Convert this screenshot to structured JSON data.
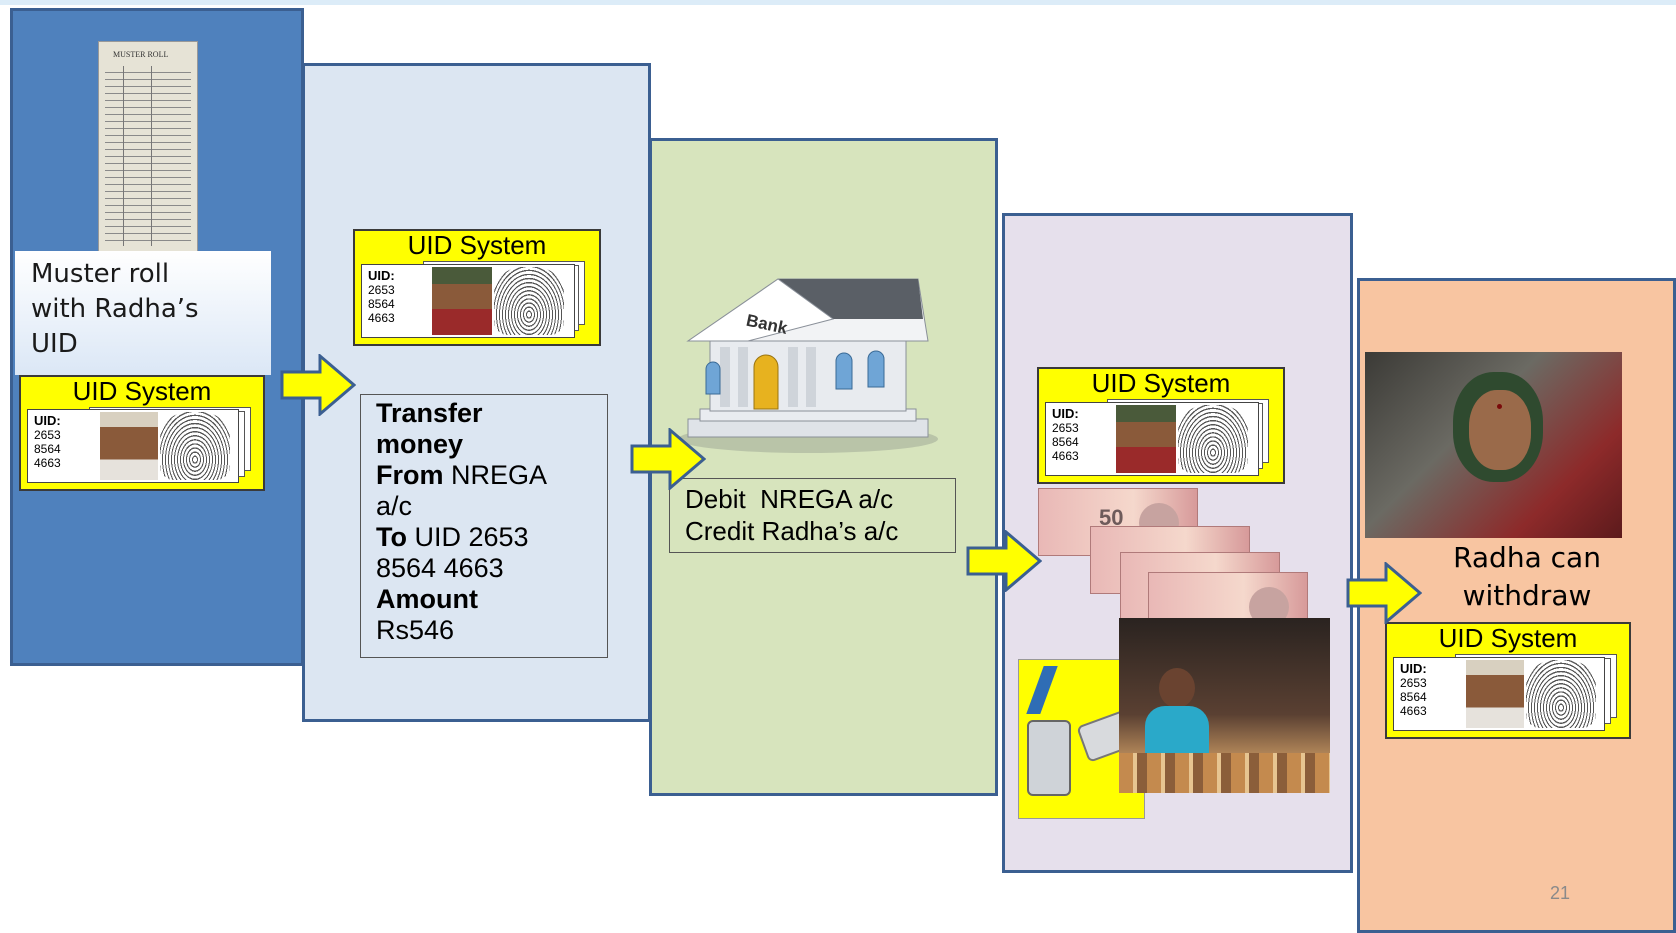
{
  "muster_roll": {
    "doc_title": "MUSTER ROLL",
    "caption_line1": "Muster roll",
    "caption_line2": "with Radha’s",
    "caption_line3": "UID"
  },
  "uid_card": {
    "title": "UID System",
    "uid_label": "UID:",
    "uid_part1": "2653",
    "uid_part2": "8564",
    "uid_part3": "4663"
  },
  "transfer": {
    "line1": "Transfer",
    "line2": "money",
    "from_label": "From",
    "from_value": "NREGA",
    "from_value2": "a/c",
    "to_label": "To",
    "to_value": "UID 2653",
    "to_value2": "8564 4663",
    "amount_label": "Amount",
    "amount_value": "Rs546"
  },
  "bank": {
    "sign": "Bank",
    "debit": "Debit  NREGA a/c",
    "credit": "Credit Radha’s a/c"
  },
  "withdraw": {
    "line1": "Radha can",
    "line2": "withdraw"
  },
  "banknote_value": "50",
  "page_number": "21",
  "colors": {
    "panel1": "#4f81bd",
    "panel2": "#dce6f2",
    "panel3": "#d7e4bd",
    "panel4": "#e6e0ec",
    "panel5": "#f8c5a1",
    "uid_card": "#ffff00",
    "arrow": "#ffff00"
  }
}
